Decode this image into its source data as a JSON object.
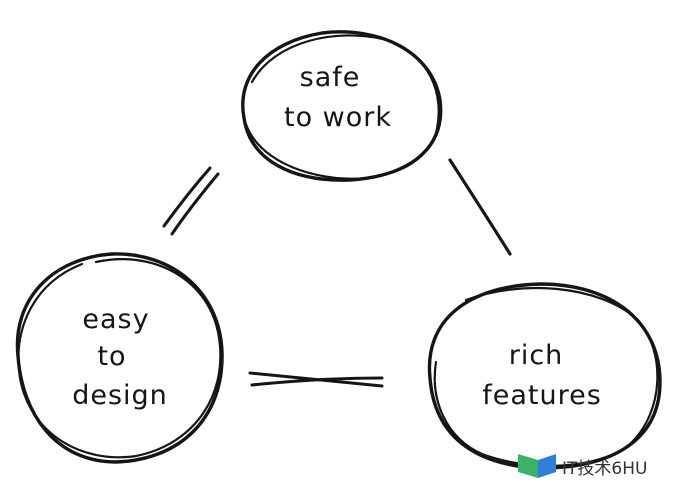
{
  "diagram": {
    "nodes": [
      {
        "id": "safe",
        "lines": [
          "safe",
          "to work"
        ]
      },
      {
        "id": "easy",
        "lines": [
          "easy",
          "to",
          "design"
        ]
      },
      {
        "id": "rich",
        "lines": [
          "rich",
          "features"
        ]
      }
    ],
    "edges": [
      {
        "from": "safe",
        "to": "easy",
        "style": "double-line"
      },
      {
        "from": "safe",
        "to": "rich",
        "style": "single-line"
      },
      {
        "from": "easy",
        "to": "rich",
        "style": "crossed-lines"
      }
    ]
  },
  "watermark": {
    "text": "IT技术6HU",
    "colors": [
      "#3bb36b",
      "#2f7fd6"
    ]
  }
}
